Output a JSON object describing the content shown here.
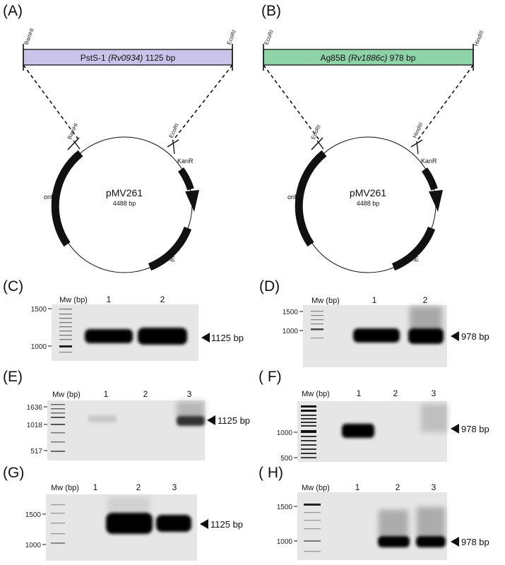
{
  "panels": {
    "a": {
      "label": "(A)",
      "gene": "PstS-1 ",
      "gene_italic": "(Rv0934)",
      "gene_size": " 1125 bp",
      "site_left": "BamHI",
      "site_right": "EcoRI",
      "plasmid_site_left": "BamHI",
      "plasmid_site_right": "EcoRI",
      "fill_color": "#c9c5ea"
    },
    "b": {
      "label": "(B)",
      "gene": "Ag85B ",
      "gene_italic": "(Rv1886c)",
      "gene_size": " 978 bp",
      "site_left": "EcoRI",
      "site_right": "HindIII",
      "plasmid_site_left": "EcoRI",
      "plasmid_site_right": "HindIII",
      "fill_color": "#8fd4a8"
    },
    "c": {
      "label": "(C)"
    },
    "d": {
      "label": "(D)"
    },
    "e": {
      "label": "(E)"
    },
    "f": {
      "label": "( F)"
    },
    "g": {
      "label": "(G)"
    },
    "h": {
      "label": "( H)"
    }
  },
  "plasmid": {
    "name": "pMV261",
    "size": "4488 bp",
    "kanr": "KanR",
    "orim": "oriM",
    "orie": "oriE"
  },
  "gels": {
    "mw_label": "Mw (bp)",
    "c": {
      "lanes": [
        "1",
        "2"
      ],
      "ticks": [
        "1500",
        "1000"
      ],
      "band": "1125 bp"
    },
    "d": {
      "lanes": [
        "1",
        "2"
      ],
      "ticks": [
        "1500",
        "1000"
      ],
      "band": "978 bp"
    },
    "e": {
      "lanes": [
        "1",
        "2",
        "3"
      ],
      "ticks": [
        "1636",
        "1018",
        "517"
      ],
      "band": "1125 bp"
    },
    "f": {
      "lanes": [
        "1",
        "2",
        "3"
      ],
      "ticks": [
        "1000",
        "500"
      ],
      "band": "978 bp"
    },
    "g": {
      "lanes": [
        "1",
        "2",
        "3"
      ],
      "ticks": [
        "1500",
        "1000"
      ],
      "band": "1125 bp"
    },
    "h": {
      "lanes": [
        "1",
        "2",
        "3"
      ],
      "ticks": [
        "1500",
        "1000"
      ],
      "band": "978 bp"
    }
  }
}
